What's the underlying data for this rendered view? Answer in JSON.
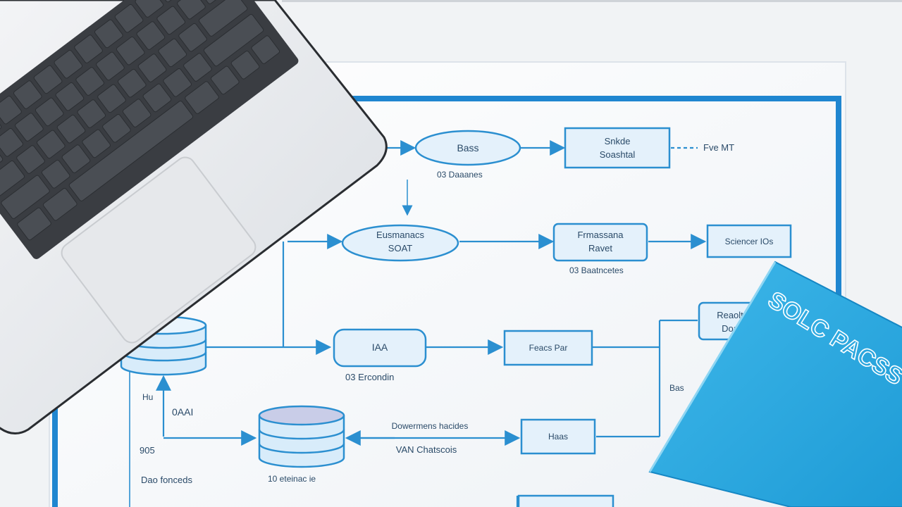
{
  "labels": {
    "n1": "Bass",
    "n2a": "Snkde",
    "n2b": "Soashtal",
    "n3": "Fve MT",
    "n4": "03  Daaanes",
    "n5a": "Eusmanacs",
    "n5b": "SOAT",
    "n6a": "Frmassana",
    "n6b": "Ravet",
    "n7": "03  Baatncetes",
    "n8": "Sciencer IOs",
    "n9a": "Reaolt",
    "n9b": "Doa",
    "n10": "IAA",
    "n11": "Feacs Par",
    "n12": "03  Ercondin",
    "n13": "Bas",
    "n14": "Hu",
    "n15": "0AAI",
    "n16": "Dowermens hacides",
    "n17": "VAN Chatscois",
    "n18": "Haas",
    "n19": "905",
    "n20": "Dao fonceds",
    "n21": "10 eteinac ie"
  },
  "book_title": "SOLC PACSS"
}
